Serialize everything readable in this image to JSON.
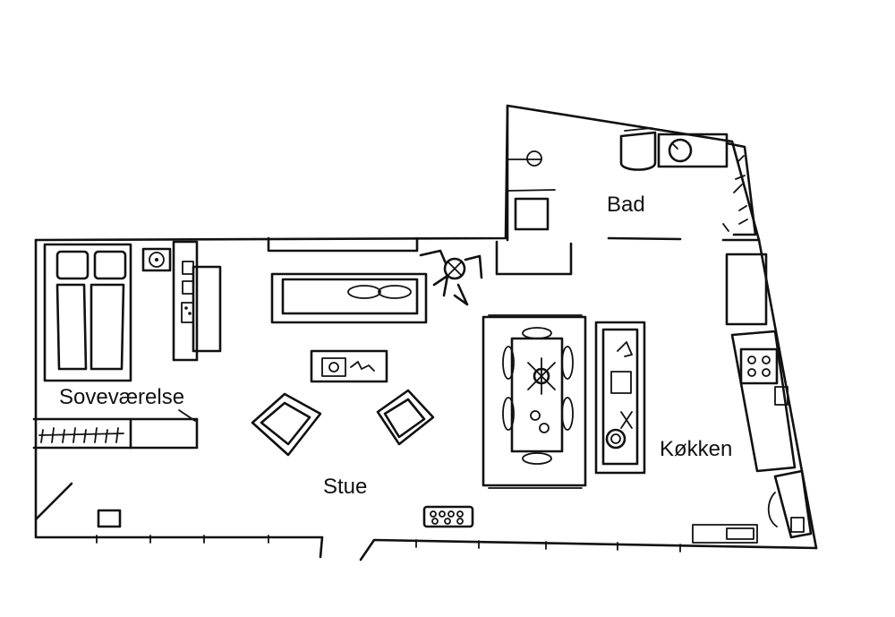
{
  "rooms": {
    "bedroom": "Soveværelse",
    "living": "Stue",
    "bath": "Bad",
    "kitchen": "Køkken"
  },
  "colors": {
    "ink": "#111111",
    "paper": "#ffffff"
  }
}
